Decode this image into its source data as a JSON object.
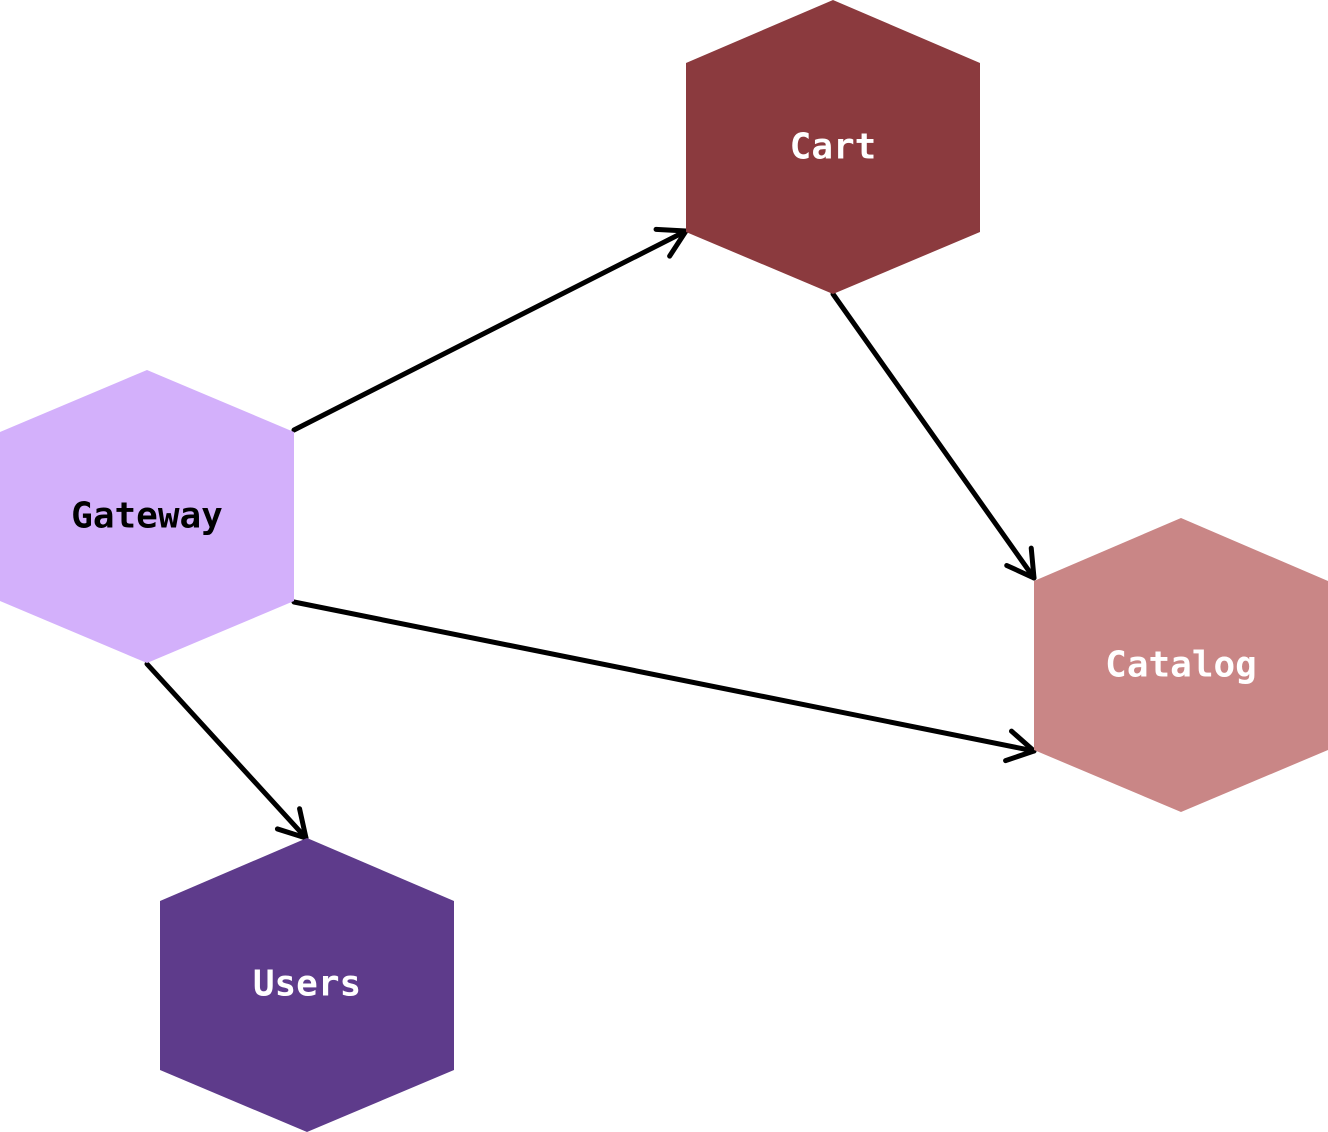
{
  "diagram": {
    "nodes": [
      {
        "id": "gateway",
        "label": "Gateway",
        "fill": "#D3B0FB",
        "text_color": "#000000"
      },
      {
        "id": "cart",
        "label": "Cart",
        "fill": "#8B3A3E",
        "text_color": "#FFFFFF"
      },
      {
        "id": "catalog",
        "label": "Catalog",
        "fill": "#C98686",
        "text_color": "#FFFFFF"
      },
      {
        "id": "users",
        "label": "Users",
        "fill": "#5E3B8B",
        "text_color": "#FFFFFF"
      }
    ],
    "edges": [
      {
        "from": "gateway",
        "to": "cart"
      },
      {
        "from": "gateway",
        "to": "catalog"
      },
      {
        "from": "gateway",
        "to": "users"
      },
      {
        "from": "cart",
        "to": "catalog"
      }
    ]
  }
}
